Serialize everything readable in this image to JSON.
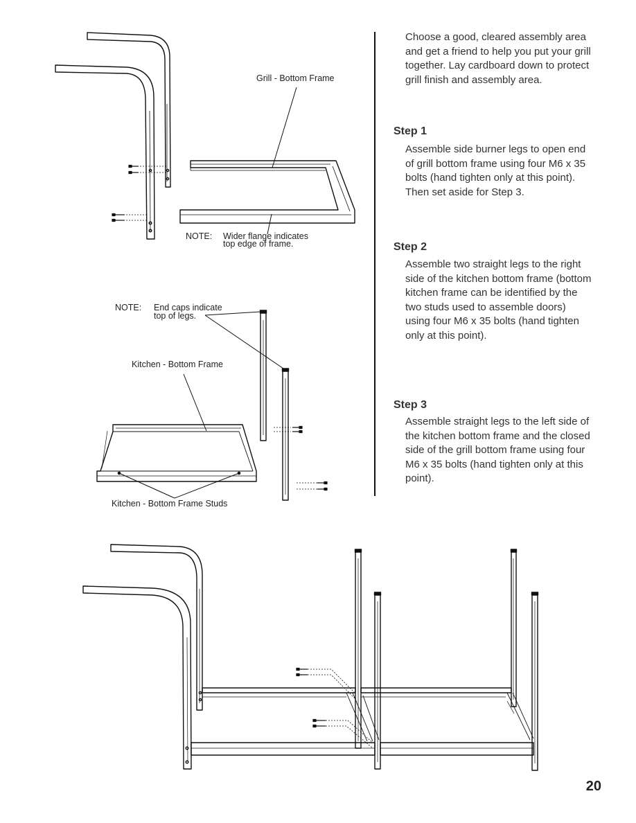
{
  "intro": "Choose a good, cleared assembly area and get a friend to help you put your grill together. Lay cardboard down to protect grill finish and assembly area.",
  "steps": [
    {
      "heading": "Step 1",
      "text": "Assemble side burner legs to open end of grill bottom frame using four M6 x 35 bolts (hand tighten only at this point). Then set aside for Step 3."
    },
    {
      "heading": "Step 2",
      "text": "Assemble two straight legs to the right side of the kitchen bottom frame (bottom kitchen frame can be identified by the two studs used to assemble doors) using four M6 x 35 bolts (hand tighten only at this point)."
    },
    {
      "heading": "Step 3",
      "text": "Assemble straight legs to the left side of the kitchen bottom frame and the closed side of the grill bottom frame using four M6 x 35 bolts (hand tighten only at this point)."
    }
  ],
  "labels": {
    "grill_frame": "Grill - Bottom Frame",
    "note1_prefix": "NOTE:",
    "note1_line1": "Wider flange indicates",
    "note1_line2": "top edge of frame.",
    "note2_prefix": "NOTE:",
    "note2_line1": "End caps indicate",
    "note2_line2": "top of legs.",
    "kitchen_frame": "Kitchen - Bottom Frame",
    "kitchen_studs": "Kitchen - Bottom Frame Studs"
  },
  "page_number": "20"
}
